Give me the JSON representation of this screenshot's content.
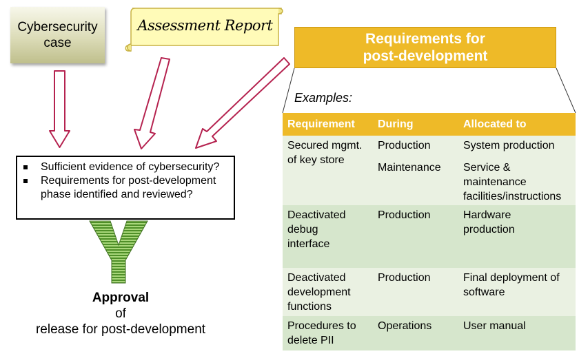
{
  "cybersecurity_case": {
    "line1": "Cybersecurity",
    "line2": "case"
  },
  "assessment_report": {
    "label": "Assessment Report"
  },
  "requirements_title": {
    "line1": "Requirements for",
    "line2": "post-development"
  },
  "examples_label": "Examples:",
  "table": {
    "headers": [
      "Requirement",
      "During",
      "Allocated to"
    ],
    "rows": [
      {
        "requirement": "Secured mgmt. of key store",
        "during": [
          "Production",
          "Maintenance"
        ],
        "allocated": [
          "System production",
          "Service & maintenance facilities/instructions"
        ]
      },
      {
        "requirement": "Deactivated debug interface",
        "during": [
          "Production"
        ],
        "allocated": [
          "Hardware production"
        ]
      },
      {
        "requirement": "Deactivated development functions",
        "during": [
          "Production"
        ],
        "allocated": [
          "Final deployment of software"
        ]
      },
      {
        "requirement": "Procedures to delete PII",
        "during": [
          "Operations"
        ],
        "allocated": [
          "User manual"
        ]
      }
    ]
  },
  "checklist": [
    "Sufficient evidence of cybersecurity?",
    "Requirements for post-development phase identified and reviewed?"
  ],
  "approval": {
    "line1": "Approval",
    "line2": "of",
    "line3": "release for post-development"
  },
  "colors": {
    "accent_gold": "#eeba28",
    "arrow_crimson": "#b5224f",
    "row_light": "#eaf1e2",
    "row_dark": "#d6e6cc",
    "y_green": "#6aa83a"
  }
}
